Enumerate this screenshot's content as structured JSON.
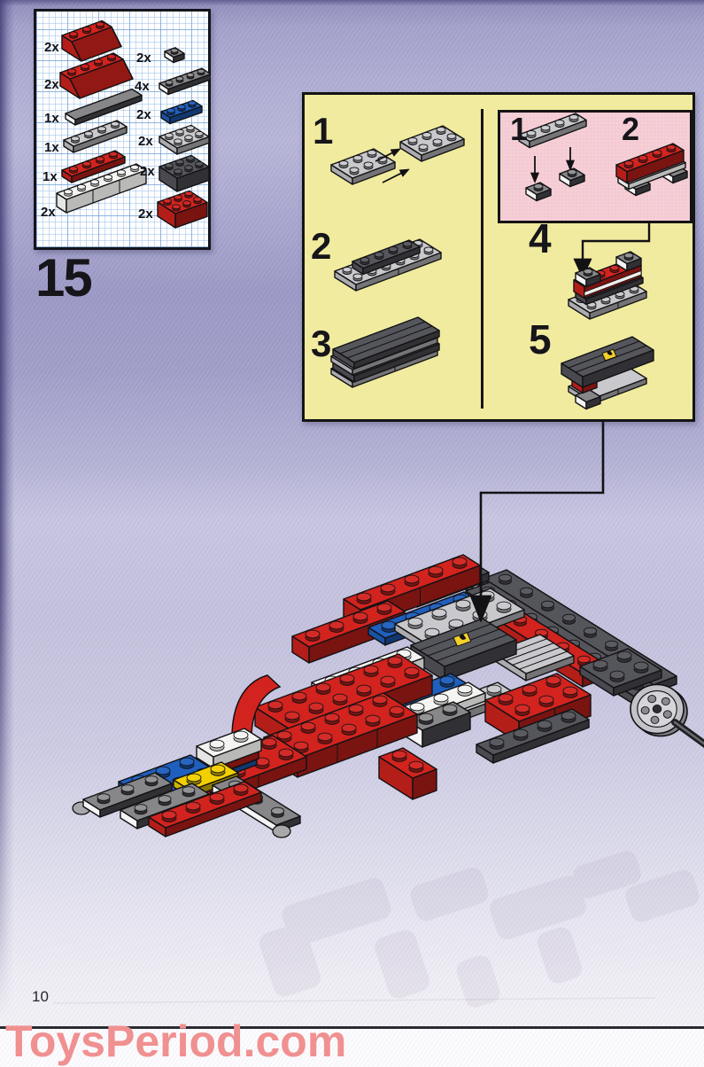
{
  "page": {
    "number": "10",
    "step_number": "15",
    "watermark": "ToysPeriod.com"
  },
  "parts_box": {
    "left_parts": [
      {
        "qty": "2x",
        "name": "red slope brick 2x3"
      },
      {
        "qty": "2x",
        "name": "red slope brick 2x4"
      },
      {
        "qty": "1x",
        "name": "black tile 1x6"
      },
      {
        "qty": "1x",
        "name": "light gray plate 1x4"
      },
      {
        "qty": "1x",
        "name": "red plate 1x4"
      },
      {
        "qty": "2x",
        "name": "white brick 1x6"
      }
    ],
    "right_parts": [
      {
        "qty": "2x",
        "name": "black plate 1x1"
      },
      {
        "qty": "4x",
        "name": "black plate 1x4"
      },
      {
        "qty": "2x",
        "name": "blue plate 1x3"
      },
      {
        "qty": "2x",
        "name": "light gray plate 2x3"
      },
      {
        "qty": "2x",
        "name": "dark gray brick 2x3"
      },
      {
        "qty": "2x",
        "name": "red brick 2x3"
      }
    ]
  },
  "sub_assembly_box": {
    "steps_left": [
      {
        "label": "1"
      },
      {
        "label": "2"
      },
      {
        "label": "3"
      }
    ],
    "inset_steps": [
      {
        "label": "1"
      },
      {
        "label": "2"
      }
    ],
    "steps_right": [
      {
        "label": "4"
      },
      {
        "label": "5"
      }
    ]
  },
  "colors": {
    "background_top": "#a3a1ca",
    "background_bottom": "#efeef5",
    "panel_yellow": "#f1eb9f",
    "panel_pink": "#f5ced6",
    "lego_red": "#d2231e",
    "lego_blue": "#1f5fbe",
    "lego_yellow": "#f2cf00",
    "lego_white": "#f4f4f2",
    "lego_light_gray": "#c9c9cd",
    "lego_dark_gray": "#55555c",
    "lego_black": "#26262b",
    "badge_yellow": "#f3cf2b",
    "watermark_pink": "#f09090"
  }
}
